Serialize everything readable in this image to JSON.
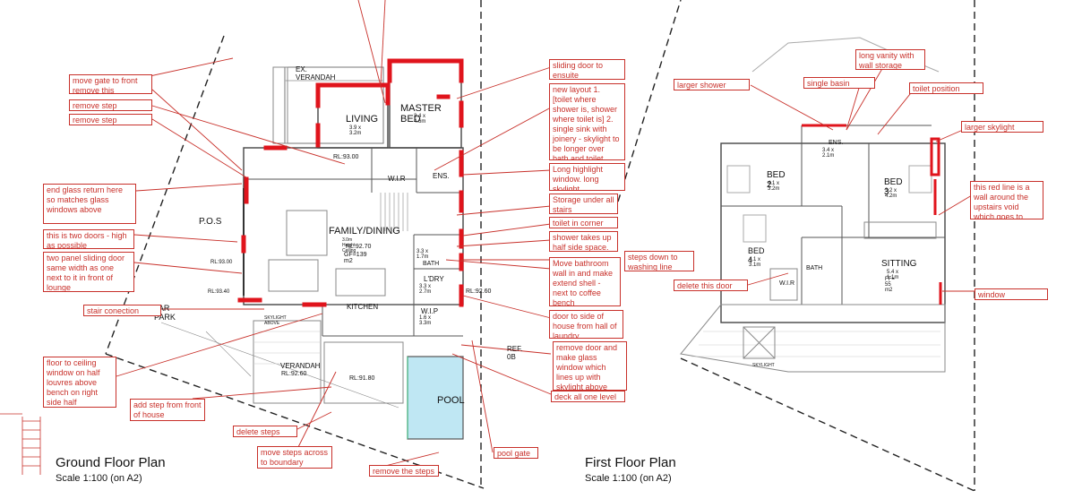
{
  "ground_plan": {
    "title": "Ground Floor Plan",
    "scale": "Scale 1:100 (on A2)",
    "rooms": {
      "verandah_top": "EX. VERANDAH",
      "master_bed": "MASTER BED",
      "master_bed_size": "3.4 x 4.6m",
      "living": "LIVING",
      "living_size": "3.9 x 3.2m",
      "rl_living": "RL:93.00",
      "wir": "W.I.R",
      "ens": "ENS.",
      "family": "FAMILY/DINING",
      "family_sub1": "3.0m Height Ceiling",
      "family_rl": "RL:92.70",
      "family_gf": "GF=139 m2",
      "pos": "P.O.S",
      "bath": "BATH",
      "bath_size": "3.3 x 1.7m",
      "ldry": "L'DRY",
      "ldry_size": "3.3 x 2.7m",
      "kitchen": "KITCHEN",
      "wip": "W.I.P",
      "wip_size": "1.6 x 3.3m",
      "car_park": "TAR PARK",
      "verandah": "VERANDAH",
      "verandah_rl": "RL:92.60",
      "rl_9180": "RL:91.80",
      "pool": "POOL",
      "ref": "REF. 0B",
      "rl_9260": "RL:92.60",
      "rl_9300_left": "RL:93.00",
      "rl_9340": "RL:93.40",
      "skylight_above": "SKYLIGHT ABOVE"
    },
    "notes": {
      "move_gate": "move gate to front remove this",
      "remove_step": "remove step",
      "remove_step2": "remove step",
      "end_glass": "end glass return here so matches glass windows above",
      "two_doors": "this is two doors - high as possible",
      "two_panel": "two panel sliding door same width as one next to it in front of lounge",
      "stair": "stair conection",
      "floor_ceiling": "floor to ceiling window on half louvres above bench on right side half",
      "add_step": "add step from front of house",
      "delete_steps": "delete steps",
      "move_steps": "move steps across to boundary",
      "remove_the_steps": "remove the steps",
      "pool_gate": "pool gate",
      "sliding_door": "sliding door to ensuite",
      "new_layout": "new layout 1. [toilet where shower is, shower where toilet is] 2. single sink with joinery - skylight to be longer over bath and toilet",
      "long_highlight": "Long highlight window. long skylight",
      "storage": "Storage under all stairs",
      "toilet_corner": "toilet in corner",
      "shower_takes": "shower takes up half side space.",
      "steps_down": "steps down to washing line",
      "move_bathroom": "Move bathroom wall in and make extend shell - next to coffee bench",
      "door_side": "door to side of house from hall of laundry",
      "remove_door": "remove door and make glass window which lines up with skylight above",
      "deck": "deck all one level"
    }
  },
  "first_plan": {
    "title": "First Floor Plan",
    "scale": "Scale 1:100 (on A2)",
    "rooms": {
      "bed2": "BED 2",
      "bed2_size": "4.1 x 3.2m",
      "bed3": "BED 3",
      "bed3_size": "3.2 x 4.2m",
      "ens": "ENS.",
      "ens_size": "3.4 x 2.1m",
      "bed4": "BED 4",
      "bed4_size": "4.1 x 3.1m",
      "bath": "BATH",
      "wir": "W.I.R",
      "sitting": "SITTING",
      "sitting_size": "5.4 x 1.1m",
      "ff": "FF= 55 m2",
      "skylight": "SKYLIGHT"
    },
    "notes": {
      "long_vanity": "long vanity with wall storage",
      "larger_shower": "larger shower",
      "single_basin": "single basin",
      "toilet_position": "toilet position",
      "larger_skylight": "larger skylight",
      "red_line": "this red line is a wall around the upstairs void which goes to ceiling",
      "delete_door": "delete this door",
      "window": "window"
    }
  },
  "colors": {
    "markup": "#c8302a",
    "wall_red": "#e0141c",
    "line": "#555555"
  }
}
